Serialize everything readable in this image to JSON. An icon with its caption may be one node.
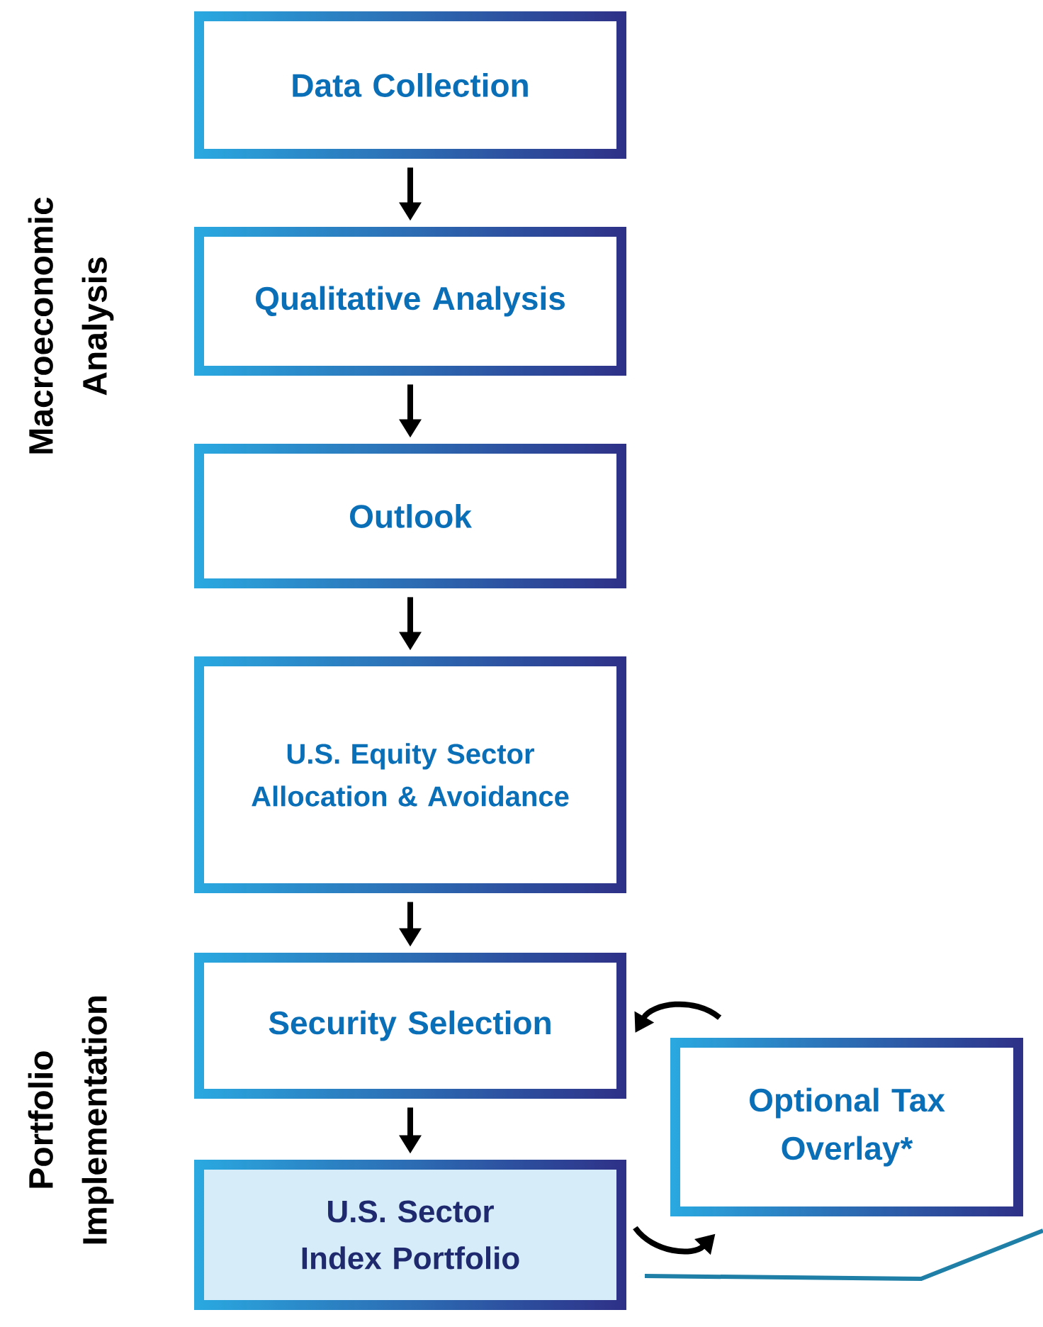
{
  "diagram": {
    "nodes": [
      {
        "text": [
          "Data Collection"
        ]
      },
      {
        "text": [
          "Qualitative Analysis"
        ]
      },
      {
        "text": [
          "Outlook"
        ]
      },
      {
        "text": [
          "U.S. Equity Sector Allocation & Avoidance"
        ]
      },
      {
        "text": [
          "Security Selection"
        ]
      },
      {
        "text": [
          "U.S. Sector Index Portfolio"
        ]
      },
      {
        "text": [
          "Optional Tax Overlay*"
        ]
      }
    ],
    "edges": [
      {
        "from": 0,
        "to": 1,
        "arrow": "to"
      },
      {
        "from": 1,
        "to": 2,
        "arrow": "to"
      },
      {
        "from": 2,
        "to": 3,
        "arrow": "to"
      },
      {
        "from": 3,
        "to": 4,
        "arrow": "to"
      },
      {
        "from": 4,
        "to": 5,
        "arrow": "to"
      },
      {
        "from": 6,
        "to": 4,
        "arrow": "to"
      },
      {
        "from": 5,
        "to": 6,
        "arrow": "to"
      }
    ],
    "labels": [
      "Macroeconomic Analysis",
      "Portfolio Implementation"
    ]
  }
}
